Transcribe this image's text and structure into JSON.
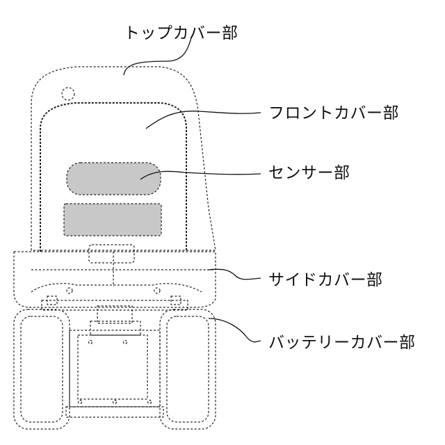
{
  "labels": {
    "top_cover": "トップカバー部",
    "front_cover": "フロントカバー部",
    "sensor": "センサー部",
    "side_cover": "サイドカバー部",
    "battery_cover": "バッテリーカバー部"
  },
  "colors": {
    "line": "#222222",
    "sensor_fill": "#c8c8c8",
    "background": "#ffffff"
  }
}
